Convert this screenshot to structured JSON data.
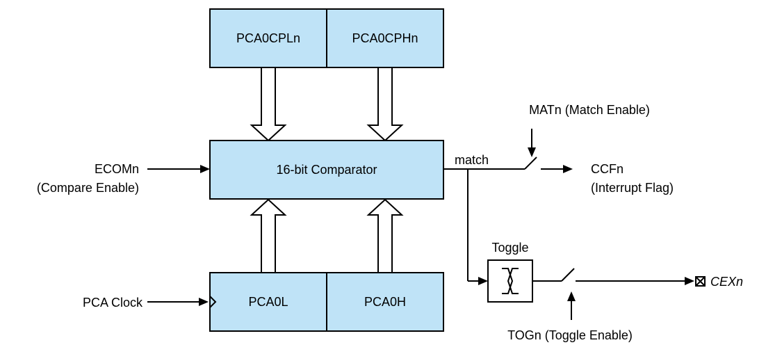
{
  "blocks": {
    "compare_low": "PCA0CPLn",
    "compare_high": "PCA0CPHn",
    "comparator": "16-bit Comparator",
    "counter_low": "PCA0L",
    "counter_high": "PCA0H",
    "toggle": "Toggle"
  },
  "inputs": {
    "ecom": "ECOMn",
    "ecom_desc": "(Compare Enable)",
    "clock": "PCA Clock",
    "mat": "MATn (Match Enable)",
    "tog": "TOGn (Toggle Enable)"
  },
  "outputs": {
    "match": "match",
    "ccf": "CCFn",
    "ccf_desc": "(Interrupt Flag)",
    "cex": "CEXn"
  },
  "colors": {
    "block_fill": "#bfe3f7",
    "line": "#000000"
  }
}
